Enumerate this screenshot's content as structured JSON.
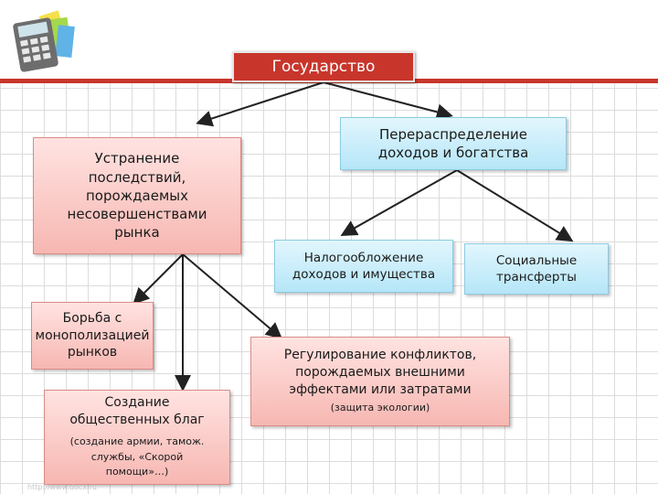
{
  "diagram": {
    "root": "Государство",
    "elimination": "Устранение последствий, порождаемых несовершенствами рынка",
    "redistribution": "Перераспределение доходов и богатства",
    "taxation": "Налогообложение доходов и имущества",
    "transfers": "Социальные трансферты",
    "monopoly": "Борьба с монополизацией рынков",
    "public_goods": {
      "title": "Создание общественных благ",
      "note": "(создание армии, тамож. службы, «Скорой помощи»…)"
    },
    "externalities": {
      "title": "Регулирование конфликтов, порождаемых внешними эффектами или затратами",
      "note": "(защита экологии)"
    }
  },
  "watermark": "http://www.docx.ru"
}
